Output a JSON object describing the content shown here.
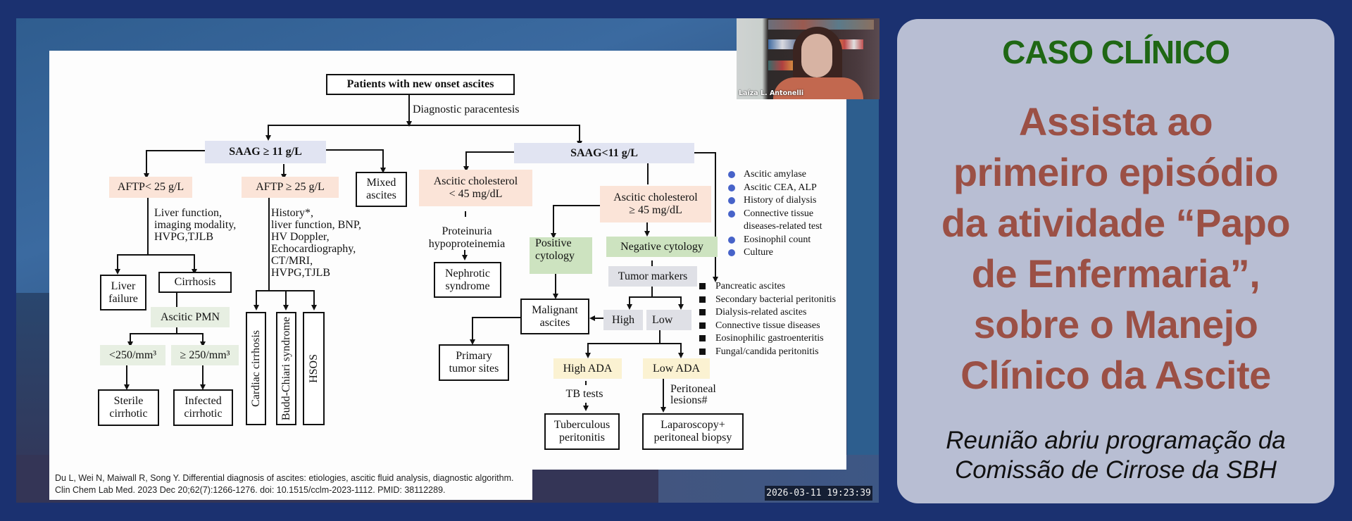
{
  "slide": {
    "root": "Patients with new onset ascites",
    "root_edge": "Diagnostic paracentesis",
    "saag_high": "SAAG ≥ 11 g/L",
    "saag_low": "SAAG<11 g/L",
    "aftp_low": "AFTP< 25 g/L",
    "aftp_high": "AFTP ≥ 25 g/L",
    "mixed": [
      "Mixed",
      "ascites"
    ],
    "aftp_low_tests": [
      "Liver function,",
      "imaging modality,",
      "HVPG,TJLB"
    ],
    "aftp_high_tests": [
      "History*,",
      "liver function, BNP,",
      "HV Doppler,",
      "Echocardiography,",
      "CT/MRI,",
      "HVPG,TJLB"
    ],
    "liver_failure": [
      "Liver",
      "failure"
    ],
    "cirrhosis": "Cirrhosis",
    "ascitic_pmn": "Ascitic PMN",
    "pmn_low": "<250/mm³",
    "pmn_high": "≥ 250/mm³",
    "sterile": [
      "Sterile",
      "cirrhotic"
    ],
    "infected": [
      "Infected",
      "cirrhotic"
    ],
    "cardiac": "Cardiac cirrhosis",
    "budd": "Budd-Chiari syndrome",
    "hsos": "HSOS",
    "chol_low": [
      "Ascitic cholesterol",
      "< 45 mg/dL"
    ],
    "chol_high": [
      "Ascitic cholesterol",
      "≥ 45 mg/dL"
    ],
    "proteinuria": [
      "Proteinuria",
      "hypoproteinemia"
    ],
    "nephrotic": [
      "Nephrotic",
      "syndrome"
    ],
    "positive_cytology": [
      "Positive",
      "cytology"
    ],
    "negative_cytology": "Negative cytology",
    "tumor_markers": "Tumor markers",
    "malignant": [
      "Malignant",
      "ascites"
    ],
    "primary_tumor": [
      "Primary",
      "tumor sites"
    ],
    "high": "High",
    "low": "Low",
    "high_ada": "High ADA",
    "low_ada": "Low ADA",
    "tb_tests": "TB tests",
    "peritoneal_lesions": [
      "Peritoneal",
      "lesions#"
    ],
    "tuberculous": [
      "Tuberculous",
      "peritonitis"
    ],
    "laparoscopy": [
      "Laparoscopy+",
      "peritoneal biopsy"
    ],
    "tests_list": [
      "Ascitic amylase",
      "Ascitic CEA, ALP",
      "History of dialysis",
      "Connective tissue diseases-related test",
      "Eosinophil count",
      "Culture"
    ],
    "causes_list": [
      "Pancreatic ascites",
      "Secondary bacterial peritonitis",
      "Dialysis-related ascites",
      "Connective tissue diseases",
      "Eosinophilic gastroenteritis",
      "Fungal/candida peritonitis"
    ],
    "citation": [
      "Du L, Wei N, Maiwall R, Song Y. Differential diagnosis of ascites: etiologies, ascitic fluid analysis, diagnostic algorithm.",
      "Clin Chem Lab Med. 2023 Dec 20;62(7):1266-1276. doi: 10.1515/cclm-2023-1112. PMID: 38112289."
    ]
  },
  "webcam": {
    "name": "Laíza L. Antonelli"
  },
  "timestamp": "2026-03-11 19:23:39",
  "panel": {
    "kicker": "CASO CLÍNICO",
    "title": [
      "Assista ao",
      "primeiro episódio",
      "da atividade “Papo",
      "de Enfermaria”,",
      "sobre o Manejo",
      "Clínico da Ascite"
    ],
    "subtitle": [
      "Reunião abriu programação da",
      "Comissão de Cirrose da SBH"
    ]
  },
  "colors": {
    "background": "#1b3170",
    "panel": "#b8bed3",
    "kicker": "#1f6714",
    "title": "#9b5045",
    "bullet": "#4763c9"
  }
}
